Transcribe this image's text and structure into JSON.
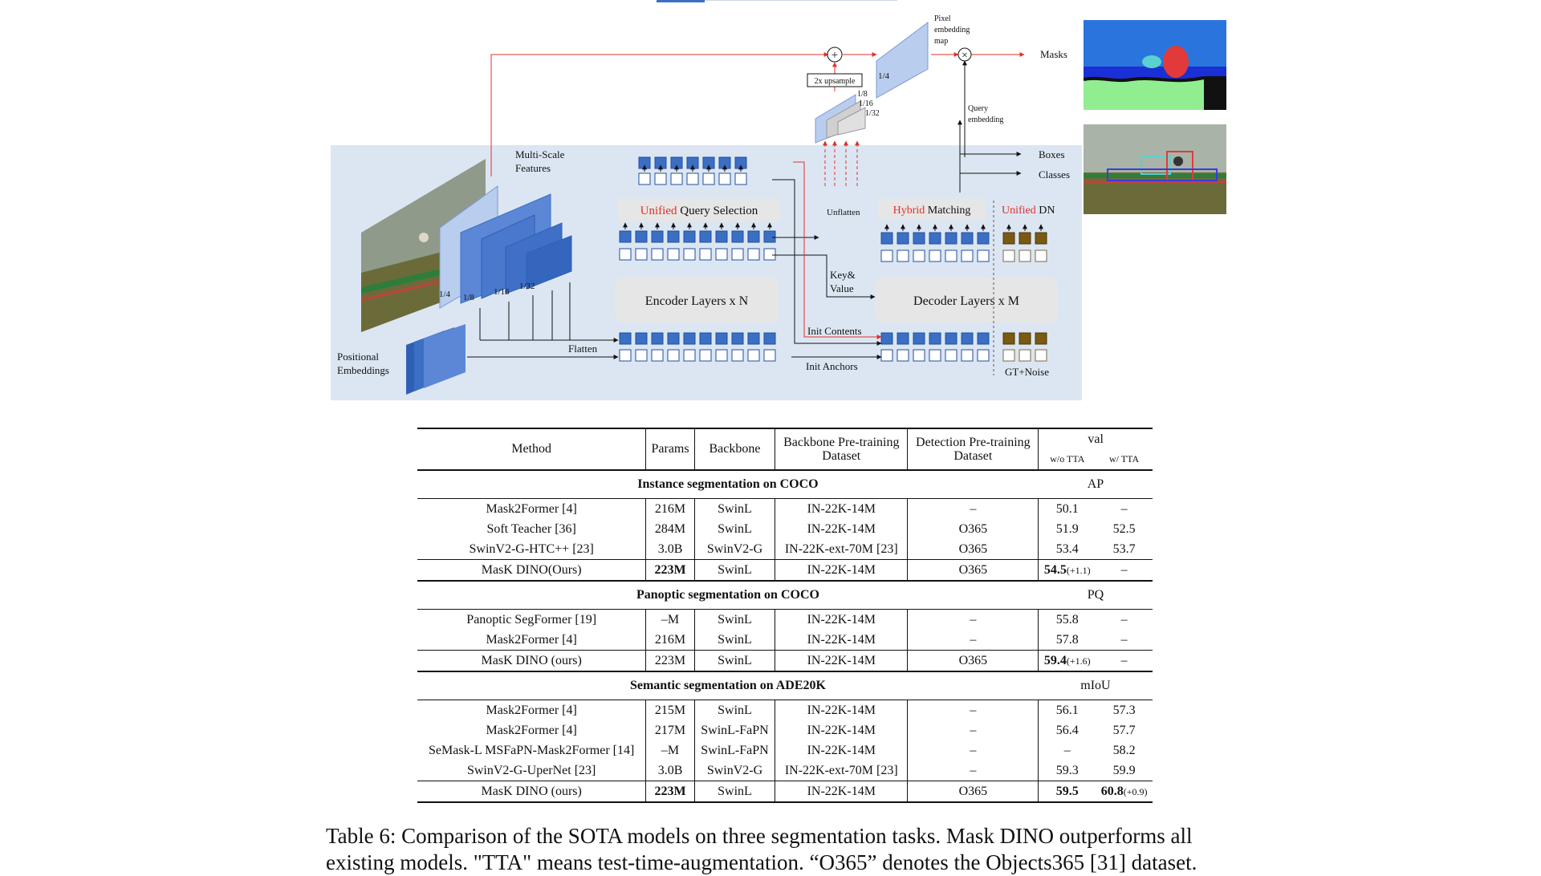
{
  "diagram": {
    "labels": {
      "multi_scale_features": [
        "Multi-Scale",
        "Features"
      ],
      "positional_embeddings": [
        "Positional",
        "Embeddings"
      ],
      "flatten": "Flatten",
      "encoder": "Encoder Layers x N",
      "decoder": "Decoder Layers x M",
      "query_selection_red": "Unified",
      "query_selection_black": " Query Selection",
      "hybrid_red": "Hybrid",
      "hybrid_black": " Matching",
      "unified_dn_red": "Unified",
      "unified_dn_black": " DN",
      "unflatten": "Unflatten",
      "key_value": [
        "Key&",
        "Value"
      ],
      "init_contents": "Init Contents",
      "init_anchors": "Init Anchors",
      "gt_noise": "GT+Noise",
      "upsample": "2x upsample",
      "pixel_embedding": [
        "Pixel",
        "embedding",
        "map"
      ],
      "query_embedding": [
        "Query",
        "embedding"
      ],
      "masks": "Masks",
      "boxes": "Boxes",
      "classes": "Classes",
      "scale_1_4": "1/4",
      "scale_1_8": "1/8",
      "scale_1_16": "1/16",
      "scale_1_32": "1/32",
      "plus_symbol": "+",
      "times_symbol": "×"
    },
    "colors": {
      "panel_bg": "#dce6f2",
      "token_blue": "#3b6fc4",
      "token_dark": "#1f4f9e",
      "token_brown": "#7a5a12",
      "red_line": "#e0302a",
      "block_gray": "#e6e6e6",
      "feature_light": "#b9cdee",
      "feature_mid": "#5b87d6"
    }
  },
  "table": {
    "headers": {
      "method": "Method",
      "params": "Params",
      "backbone": "Backbone",
      "backbone_pretrain": [
        "Backbone Pre-training",
        "Dataset"
      ],
      "detection_pretrain": [
        "Detection Pre-training",
        "Dataset"
      ],
      "val": "val",
      "wo_tta": "w/o TTA",
      "w_tta": "w/ TTA"
    },
    "sections": [
      {
        "title": "Instance segmentation on COCO",
        "metric": "AP",
        "rows": [
          {
            "method": "Mask2Former [4]",
            "params": "216M",
            "backbone": "SwinL",
            "bb_data": "IN-22K-14M",
            "det_data": "–",
            "wo": "50.1",
            "w": "–"
          },
          {
            "method": "Soft Teacher [36]",
            "params": "284M",
            "backbone": "SwinL",
            "bb_data": "IN-22K-14M",
            "det_data": "O365",
            "wo": "51.9",
            "w": "52.5"
          },
          {
            "method": "SwinV2-G-HTC++ [23]",
            "params": "3.0B",
            "backbone": "SwinV2-G",
            "bb_data": "IN-22K-ext-70M [23]",
            "det_data": "O365",
            "wo": "53.4",
            "w": "53.7"
          },
          {
            "method": "MasK DINO(Ours)",
            "params": "223M",
            "backbone": "SwinL",
            "bb_data": "IN-22K-14M",
            "det_data": "O365",
            "wo": "54.5",
            "wo_gain": "(+1.1)",
            "w": "–",
            "ours": true,
            "params_bold": true,
            "wo_bold": true
          }
        ]
      },
      {
        "title": "Panoptic segmentation on COCO",
        "metric": "PQ",
        "rows": [
          {
            "method": "Panoptic SegFormer [19]",
            "params": "–M",
            "backbone": "SwinL",
            "bb_data": "IN-22K-14M",
            "det_data": "–",
            "wo": "55.8",
            "w": "–"
          },
          {
            "method": "Mask2Former [4]",
            "params": "216M",
            "backbone": "SwinL",
            "bb_data": "IN-22K-14M",
            "det_data": "–",
            "wo": "57.8",
            "w": "–"
          },
          {
            "method": "MasK DINO (ours)",
            "params": "223M",
            "backbone": "SwinL",
            "bb_data": "IN-22K-14M",
            "det_data": "O365",
            "wo": "59.4",
            "wo_gain": "(+1.6)",
            "w": "–",
            "ours": true,
            "wo_bold": true
          }
        ]
      },
      {
        "title": "Semantic segmentation on ADE20K",
        "metric": "mIoU",
        "rows": [
          {
            "method": "Mask2Former [4]",
            "params": "215M",
            "backbone": "SwinL",
            "bb_data": "IN-22K-14M",
            "det_data": "–",
            "wo": "56.1",
            "w": "57.3"
          },
          {
            "method": "Mask2Former [4]",
            "params": "217M",
            "backbone": "SwinL-FaPN",
            "bb_data": "IN-22K-14M",
            "det_data": "–",
            "wo": "56.4",
            "w": "57.7"
          },
          {
            "method": "SeMask-L MSFaPN-Mask2Former [14]",
            "params": "–M",
            "backbone": "SwinL-FaPN",
            "bb_data": "IN-22K-14M",
            "det_data": "–",
            "wo": "–",
            "w": "58.2"
          },
          {
            "method": "SwinV2-G-UperNet [23]",
            "params": "3.0B",
            "backbone": "SwinV2-G",
            "bb_data": "IN-22K-ext-70M [23]",
            "det_data": "–",
            "wo": "59.3",
            "w": "59.9"
          },
          {
            "method": "MasK DINO (ours)",
            "params": "223M",
            "backbone": "SwinL",
            "bb_data": "IN-22K-14M",
            "det_data": "O365",
            "wo": "59.5",
            "w": "60.8",
            "w_gain": "(+0.9)",
            "ours": true,
            "params_bold": true,
            "wo_bold": true,
            "w_bold": true
          }
        ]
      }
    ]
  },
  "caption": "Table 6: Comparison of the SOTA models on three segmentation tasks. Mask DINO outperforms all existing models. \"TTA\" means test-time-augmentation. “O365” denotes the Objects365 [31] dataset."
}
